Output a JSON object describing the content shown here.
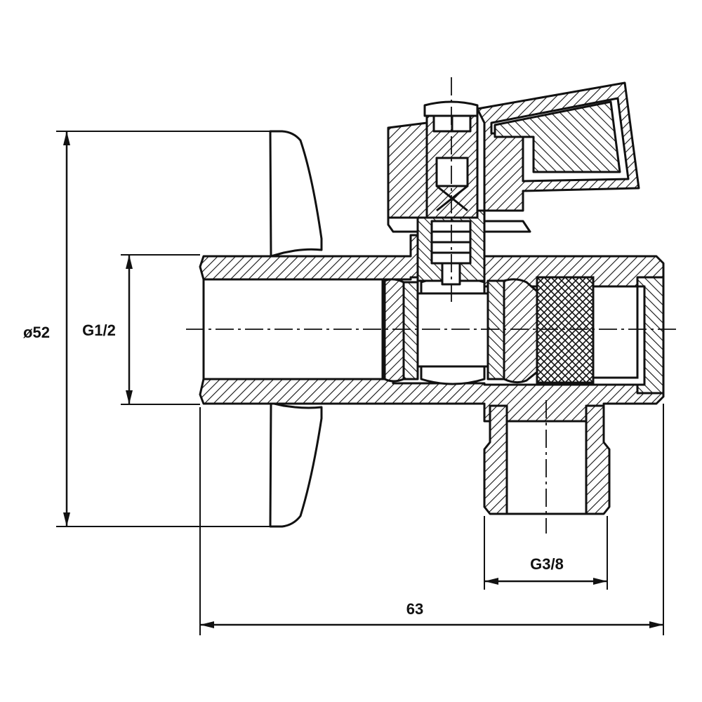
{
  "drawing": {
    "type": "technical cross-section",
    "dimensions": {
      "outer_diameter": "ø52",
      "inlet_thread": "G1/2",
      "outlet_thread": "G3/8",
      "overall_length": "63"
    },
    "colors": {
      "line": "#111111",
      "background": "#ffffff"
    }
  }
}
